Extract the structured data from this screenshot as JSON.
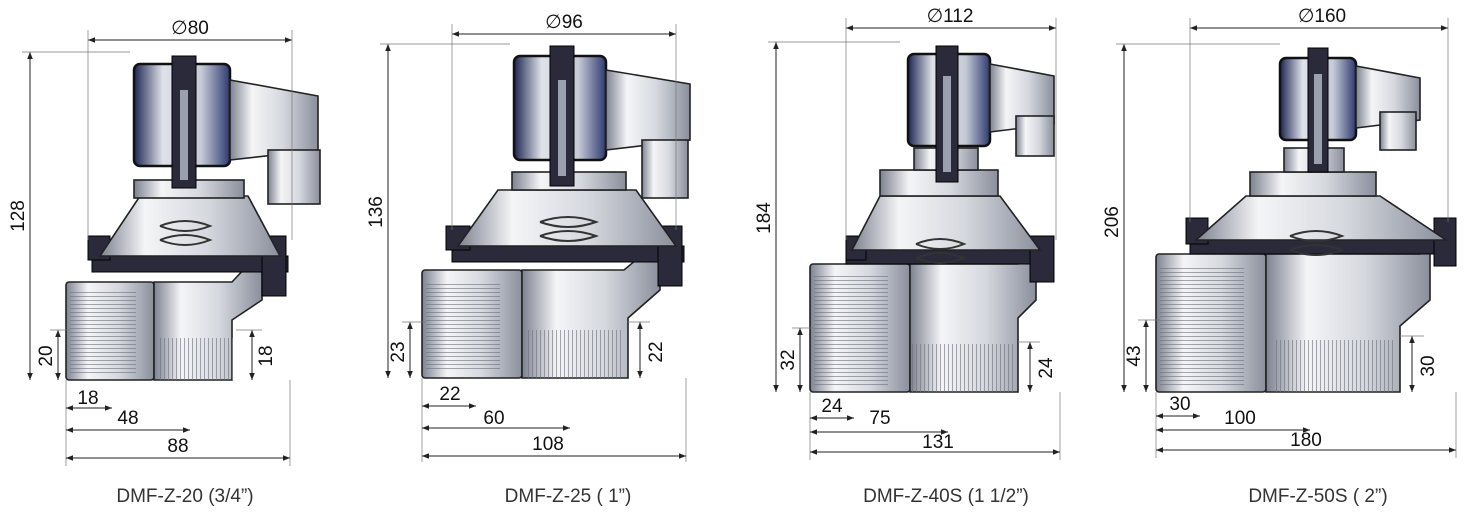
{
  "valves": [
    {
      "caption": "DMF-Z-20 (3/4”)",
      "dims": {
        "diameter": "∅80",
        "height": "128",
        "port_height": "20",
        "right_height": "18",
        "port_width": "18",
        "center": "48",
        "overall_width": "88"
      }
    },
    {
      "caption": "DMF-Z-25 ( 1”)",
      "dims": {
        "diameter": "∅96",
        "height": "136",
        "port_height": "23",
        "right_height": "22",
        "port_width": "22",
        "center": "60",
        "overall_width": "108"
      }
    },
    {
      "caption": "DMF-Z-40S (1 1/2”)",
      "dims": {
        "diameter": "∅112",
        "height": "184",
        "port_height": "32",
        "right_height": "24",
        "port_width": "24",
        "center": "75",
        "overall_width": "131"
      }
    },
    {
      "caption": "DMF-Z-50S ( 2”)",
      "dims": {
        "diameter": "∅160",
        "height": "206",
        "port_height": "43",
        "right_height": "30",
        "port_width": "30",
        "center": "100",
        "overall_width": "180"
      }
    }
  ],
  "colors": {
    "body_metal": "#c9ccd3",
    "coil_accent": "#2d3970",
    "line": "#222222"
  }
}
